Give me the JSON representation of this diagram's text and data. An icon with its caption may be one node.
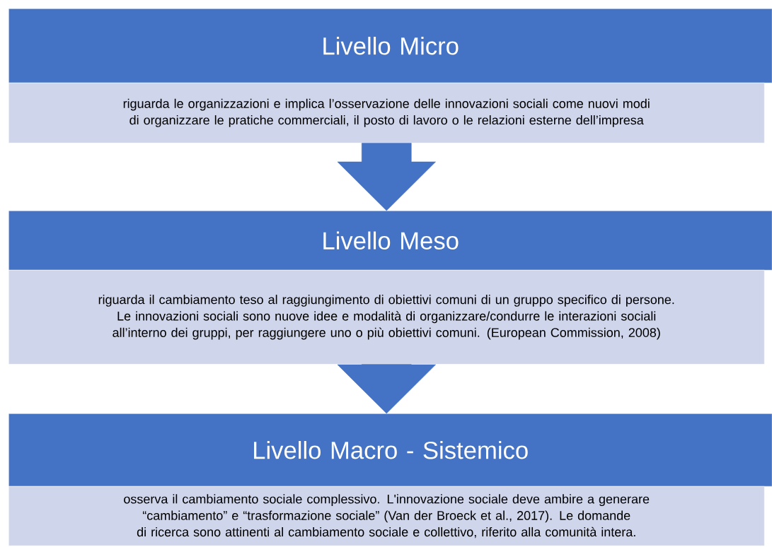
{
  "diagram": {
    "nodes": [
      {
        "text": [
          "Livello Micro"
        ]
      },
      {
        "text": [
          "riguarda le organizzazioni e implica l’osservazione delle innovazioni sociali come nuovi modi di organizzare le pratiche commerciali, il posto di lavoro o le relazioni esterne dell’impresa"
        ]
      },
      {
        "text": [
          "Livello Meso"
        ]
      },
      {
        "text": [
          "riguarda il cambiamento teso al raggiungimento di obiettivi comuni di un gruppo specifico di persone. Le innovazioni sociali sono nuove idee e modalità di organizzare/condurre le interazioni sociali all’interno dei gruppi, per raggiungere uno o più obiettivi comuni. (European Commission, 2008)"
        ]
      },
      {
        "text": [
          "Livello Macro - Sistemico"
        ]
      },
      {
        "text": [
          "osserva il cambiamento sociale complessivo. L'innovazione sociale deve ambire a generare “cambiamento” e “trasformazione sociale” (Van der Broeck et al., 2017). Le domande di ricerca sono attinenti al cambiamento sociale e collettivo, riferito alla comunità intera."
        ]
      }
    ],
    "edges": [
      {
        "from": 1,
        "to": 2,
        "arrow": "to"
      },
      {
        "from": 3,
        "to": 4,
        "arrow": "to"
      }
    ]
  }
}
